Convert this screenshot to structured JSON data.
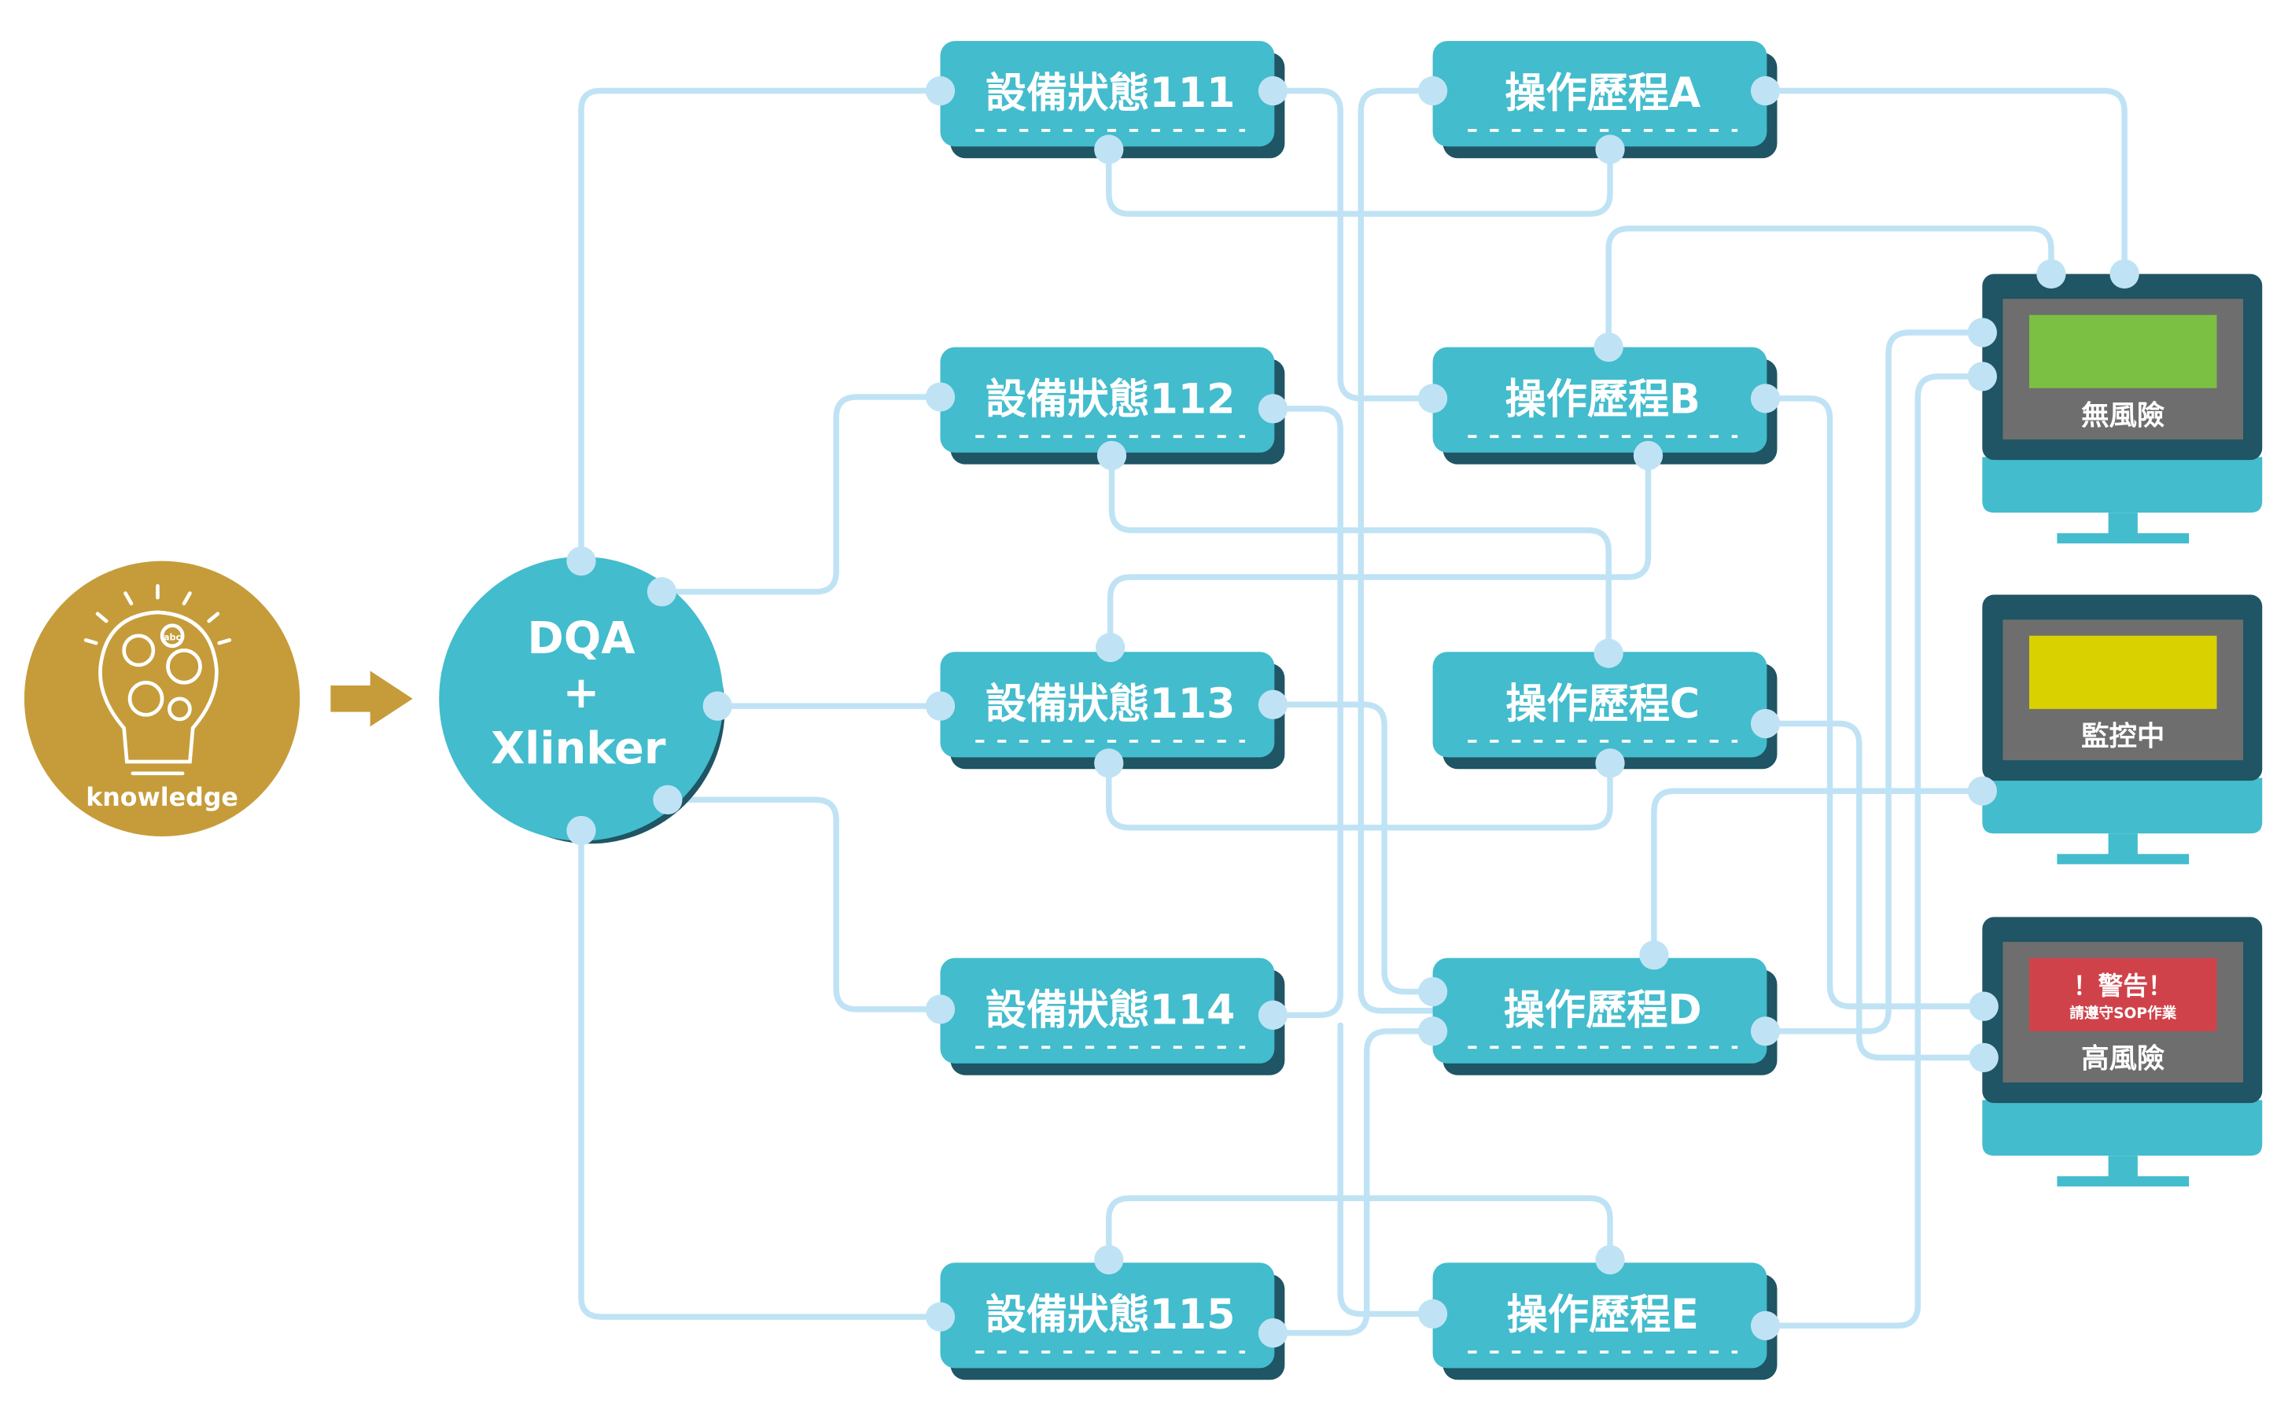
{
  "knowledge": {
    "label": "knowledge",
    "icon_text": "abc"
  },
  "hub": {
    "line1": "DQA",
    "line2": "+",
    "line3": "Xlinker"
  },
  "devices": [
    {
      "label": "設備狀態111"
    },
    {
      "label": "設備狀態112"
    },
    {
      "label": "設備狀態113"
    },
    {
      "label": "設備狀態114"
    },
    {
      "label": "設備狀態115"
    }
  ],
  "processes": [
    {
      "label": "操作歷程A"
    },
    {
      "label": "操作歷程B"
    },
    {
      "label": "操作歷程C"
    },
    {
      "label": "操作歷程D"
    },
    {
      "label": "操作歷程E"
    }
  ],
  "monitors": [
    {
      "status": "無風險",
      "screen_color": "#7bc043"
    },
    {
      "status": "監控中",
      "screen_color": "#d9d100"
    },
    {
      "status": "高風險",
      "screen_color": "#d0424a",
      "warning_title": "！警告！",
      "warning_sub": "請遵守SOP作業"
    }
  ],
  "colors": {
    "node": "#43bccd",
    "node_shadow": "#1f5564",
    "line": "#bfe3f4",
    "gold": "#c69c3a",
    "monitor_frame": "#1f5564",
    "monitor_screen": "#6e6e6e"
  }
}
